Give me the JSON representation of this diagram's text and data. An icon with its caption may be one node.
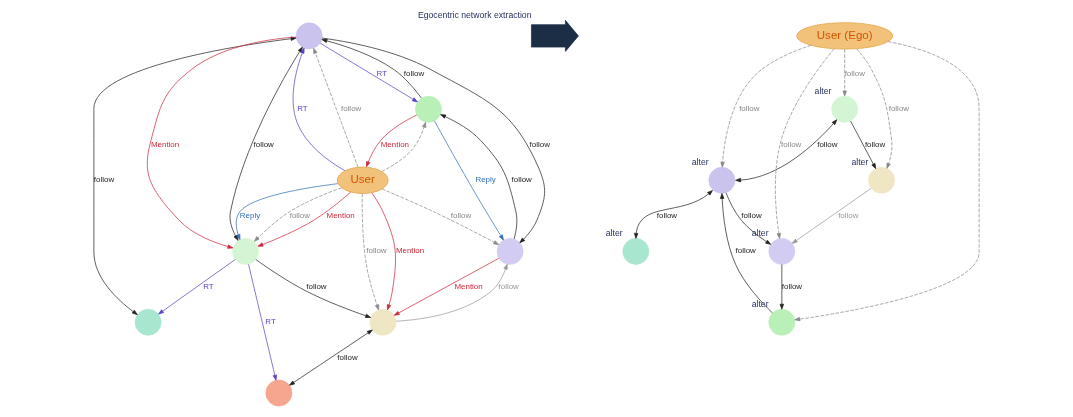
{
  "diagram": {
    "nodes": [
      {
        "text": [],
        "shape": "circle"
      },
      {
        "text": [],
        "shape": "circle"
      },
      {
        "text": [],
        "shape": "circle"
      },
      {
        "text": [],
        "shape": "circle"
      },
      {
        "text": [
          "User"
        ]
      },
      {
        "text": [],
        "shape": "circle"
      },
      {
        "text": [],
        "shape": "circle"
      },
      {
        "text": [],
        "shape": "circle"
      },
      {
        "text": [],
        "shape": "arrow",
        "beside": [
          "Egocentric network extraction"
        ]
      },
      {
        "text": [],
        "shape": "circle",
        "beside": [
          "alter"
        ]
      },
      {
        "text": [],
        "shape": "circle",
        "beside": [
          "alter"
        ]
      },
      {
        "text": [],
        "shape": "circle",
        "beside": [
          "alter"
        ]
      },
      {
        "text": [],
        "shape": "circle",
        "beside": [
          "alter"
        ]
      },
      {
        "text": [
          "User (Ego)"
        ]
      },
      {
        "text": [],
        "shape": "circle",
        "beside": [
          "alter"
        ]
      },
      {
        "text": [],
        "shape": "circle",
        "beside": [
          "alter"
        ]
      }
    ],
    "edges": [
      {
        "from": 1,
        "to": 0,
        "arrow": "both",
        "label": "follow"
      },
      {
        "from": 1,
        "to": 2,
        "arrow": "to",
        "label": "RT",
        "color": "#5b3fc4"
      },
      {
        "from": 2,
        "to": 1,
        "arrow": "to",
        "label": "follow"
      },
      {
        "from": 3,
        "to": 0,
        "arrow": "to",
        "label": "RT",
        "color": "#5b3fc4"
      },
      {
        "from": 1,
        "to": 3,
        "arrow": "to",
        "label": "Mention",
        "color": "#d0263a"
      },
      {
        "from": 3,
        "to": 1,
        "arrow": "both",
        "label": "follow"
      },
      {
        "from": 4,
        "to": 1,
        "arrow": "to",
        "label": "RT",
        "color": "#5b3fc4"
      },
      {
        "from": 4,
        "to": 1,
        "arrow": "to",
        "label": "follow",
        "style": "dashed",
        "color": "#888888"
      },
      {
        "from": 1,
        "to": 5,
        "arrow": "to",
        "label": "follow"
      },
      {
        "from": 2,
        "to": 4,
        "arrow": "to",
        "label": "Mention",
        "color": "#d0263a"
      },
      {
        "from": 4,
        "to": 2,
        "arrow": "to",
        "style": "dashed",
        "color": "#888888"
      },
      {
        "from": 5,
        "to": 2,
        "arrow": "to",
        "label": "follow"
      },
      {
        "from": 2,
        "to": 5,
        "arrow": "to",
        "label": "Reply",
        "color": "#2f6db5"
      },
      {
        "from": 4,
        "to": 3,
        "arrow": "to",
        "label": "Reply",
        "color": "#2f6db5"
      },
      {
        "from": 4,
        "to": 3,
        "arrow": "to",
        "label": "follow",
        "style": "dashed",
        "color": "#888888"
      },
      {
        "from": 4,
        "to": 3,
        "arrow": "to",
        "label": "Mention",
        "color": "#d0263a"
      },
      {
        "from": 4,
        "to": 5,
        "arrow": "to",
        "label": "follow",
        "style": "dashed",
        "color": "#888888"
      },
      {
        "from": 3,
        "to": 7,
        "arrow": "to",
        "label": "follow"
      },
      {
        "from": 3,
        "to": 6,
        "arrow": "to",
        "label": "RT",
        "color": "#5b3fc4"
      },
      {
        "from": 7,
        "to": 6,
        "arrow": "both",
        "label": "follow"
      },
      {
        "from": 4,
        "to": 7,
        "arrow": "to",
        "label": "follow",
        "style": "dashed",
        "color": "#888888"
      },
      {
        "from": 4,
        "to": 7,
        "arrow": "to",
        "label": "Mention",
        "color": "#d0263a"
      },
      {
        "from": 7,
        "to": 5,
        "arrow": "to",
        "label": "follow",
        "color": "#999999"
      },
      {
        "from": 5,
        "to": 7,
        "arrow": "to",
        "label": "Mention",
        "color": "#d0263a"
      },
      {
        "from": 10,
        "to": 9,
        "arrow": "both",
        "label": "follow"
      },
      {
        "from": 11,
        "to": 10,
        "arrow": "to",
        "label": "follow"
      },
      {
        "from": 12,
        "to": 10,
        "arrow": "both",
        "label": "follow"
      },
      {
        "from": 13,
        "to": 10,
        "arrow": "to",
        "label": "follow",
        "style": "dashed",
        "color": "#888888"
      },
      {
        "from": 10,
        "to": 14,
        "arrow": "to",
        "label": "follow"
      },
      {
        "from": 13,
        "to": 11,
        "arrow": "to",
        "style": "dashed",
        "color": "#888888"
      },
      {
        "from": 14,
        "to": 11,
        "arrow": "to",
        "label": "follow"
      },
      {
        "from": 13,
        "to": 12,
        "arrow": "to",
        "label": "follow",
        "style": "dashed",
        "color": "#888888"
      },
      {
        "from": 13,
        "to": 14,
        "arrow": "to",
        "label": "follow",
        "style": "dashed",
        "color": "#888888"
      },
      {
        "from": 12,
        "to": 15,
        "arrow": "to",
        "label": "follow"
      },
      {
        "from": 13,
        "to": 15,
        "arrow": "to",
        "label": "follow",
        "style": "dashed",
        "color": "#888888"
      },
      {
        "from": 15,
        "to": 14,
        "arrow": "to",
        "label": "follow",
        "color": "#999999"
      }
    ]
  }
}
